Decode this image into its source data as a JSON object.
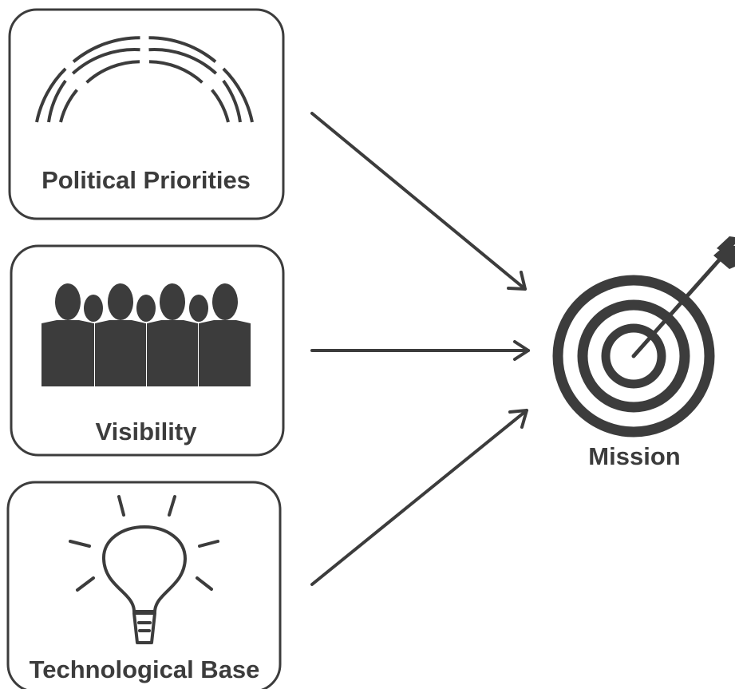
{
  "colors": {
    "ink": "#3c3c3c",
    "box_border": "#3c3c3c",
    "background": "#ffffff"
  },
  "boxes": [
    {
      "label": "Political Priorities",
      "icon": "parliament-arcs-icon"
    },
    {
      "label": "Visibility",
      "icon": "crowd-icon"
    },
    {
      "label": "Technological Base",
      "icon": "lightbulb-icon"
    }
  ],
  "target": {
    "label": "Mission",
    "icon": "target-arrow-icon"
  }
}
